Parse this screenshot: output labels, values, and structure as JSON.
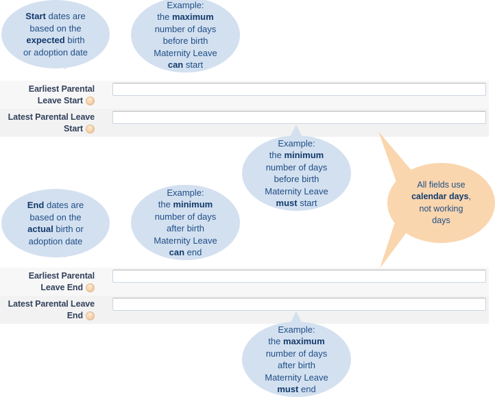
{
  "page": {
    "title": "Parental Leave date settings with annotation callouts",
    "colors": {
      "bubble_blue": "#d3e0f0",
      "bubble_orange": "#fad6ae",
      "text_blue": "#1f4e85",
      "label_color": "#33415c",
      "band_light": "#f7f7f7",
      "band_alt": "#f2f2f2"
    }
  },
  "callouts": [
    {
      "id": "start-basis",
      "style": "blue",
      "tail": "down",
      "lines": [
        [
          {
            "t": "Start",
            "b": true
          },
          {
            "t": " dates are",
            "b": false
          }
        ],
        [
          {
            "t": "based on the",
            "b": false
          }
        ],
        [
          {
            "t": "expected",
            "b": true
          },
          {
            "t": " birth",
            "b": false
          }
        ],
        [
          {
            "t": "or adoption date",
            "b": false
          }
        ]
      ]
    },
    {
      "id": "max-before-birth-can-start",
      "style": "blue",
      "tail": "down",
      "lines": [
        [
          {
            "t": "Example:",
            "b": false
          }
        ],
        [
          {
            "t": "the ",
            "b": false
          },
          {
            "t": "maximum",
            "b": true
          }
        ],
        [
          {
            "t": "number of days",
            "b": false
          }
        ],
        [
          {
            "t": "before birth",
            "b": false
          }
        ],
        [
          {
            "t": "Maternity Leave",
            "b": false
          }
        ],
        [
          {
            "t": "can",
            "b": true
          },
          {
            "t": " start",
            "b": false
          }
        ]
      ]
    },
    {
      "id": "min-before-birth-must-start",
      "style": "blue",
      "tail": "up",
      "lines": [
        [
          {
            "t": "Example:",
            "b": false
          }
        ],
        [
          {
            "t": "the ",
            "b": false
          },
          {
            "t": "minimum",
            "b": true
          }
        ],
        [
          {
            "t": "number of days",
            "b": false
          }
        ],
        [
          {
            "t": "before birth",
            "b": false
          }
        ],
        [
          {
            "t": "Maternity Leave",
            "b": false
          }
        ],
        [
          {
            "t": "must",
            "b": true
          },
          {
            "t": " start",
            "b": false
          }
        ]
      ]
    },
    {
      "id": "calendar-days",
      "style": "orange",
      "tail": "double",
      "lines": [
        [
          {
            "t": "All fields use",
            "b": false
          }
        ],
        [
          {
            "t": "calendar days",
            "b": true
          },
          {
            "t": ",",
            "b": false
          }
        ],
        [
          {
            "t": "not working",
            "b": false
          }
        ],
        [
          {
            "t": "days",
            "b": false
          }
        ]
      ]
    },
    {
      "id": "end-basis",
      "style": "blue",
      "tail": "down",
      "lines": [
        [
          {
            "t": "End",
            "b": true
          },
          {
            "t": " dates are",
            "b": false
          }
        ],
        [
          {
            "t": "based on the",
            "b": false
          }
        ],
        [
          {
            "t": "actual",
            "b": true
          },
          {
            "t": " birth or",
            "b": false
          }
        ],
        [
          {
            "t": "adoption date",
            "b": false
          }
        ]
      ]
    },
    {
      "id": "min-after-birth-can-end",
      "style": "blue",
      "tail": "down",
      "lines": [
        [
          {
            "t": "Example:",
            "b": false
          }
        ],
        [
          {
            "t": "the ",
            "b": false
          },
          {
            "t": "minimum",
            "b": true
          }
        ],
        [
          {
            "t": "number of days",
            "b": false
          }
        ],
        [
          {
            "t": "after birth",
            "b": false
          }
        ],
        [
          {
            "t": "Maternity Leave",
            "b": false
          }
        ],
        [
          {
            "t": "can",
            "b": true
          },
          {
            "t": " end",
            "b": false
          }
        ]
      ]
    },
    {
      "id": "max-after-birth-must-end",
      "style": "blue",
      "tail": "up",
      "lines": [
        [
          {
            "t": "Example:",
            "b": false
          }
        ],
        [
          {
            "t": "the ",
            "b": false
          },
          {
            "t": "maximum",
            "b": true
          }
        ],
        [
          {
            "t": "number of days",
            "b": false
          }
        ],
        [
          {
            "t": "after birth",
            "b": false
          }
        ],
        [
          {
            "t": "Maternity Leave",
            "b": false
          }
        ],
        [
          {
            "t": "must",
            "b": true
          },
          {
            "t": " end",
            "b": false
          }
        ]
      ]
    }
  ],
  "form": {
    "rows": [
      {
        "id": "earliest-parental-leave-start",
        "label_lines": [
          "Earliest Parental",
          "Leave Start"
        ],
        "value": "",
        "placeholder": "",
        "help": "?"
      },
      {
        "id": "latest-parental-leave-start",
        "label_lines": [
          "Latest Parental Leave",
          "Start"
        ],
        "value": "",
        "placeholder": "",
        "help": "?"
      },
      {
        "id": "earliest-parental-leave-end",
        "label_lines": [
          "Earliest Parental",
          "Leave End"
        ],
        "value": "",
        "placeholder": "",
        "help": "?"
      },
      {
        "id": "latest-parental-leave-end",
        "label_lines": [
          "Latest Parental Leave",
          "End"
        ],
        "value": "",
        "placeholder": "",
        "help": "?"
      }
    ]
  }
}
